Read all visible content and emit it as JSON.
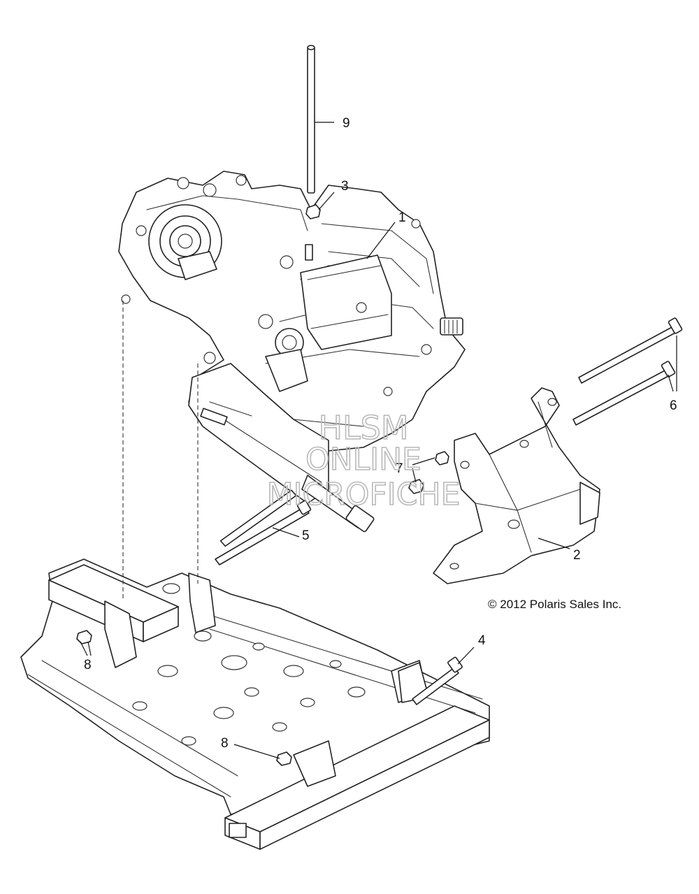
{
  "callouts": {
    "c1": "1",
    "c2": "2",
    "c3": "3",
    "c4": "4",
    "c5": "5",
    "c6": "6",
    "c7": "7",
    "c8a": "8",
    "c8b": "8",
    "c9": "9"
  },
  "copyright": "© 2012 Polaris Sales Inc.",
  "watermark": {
    "line1": "HLSM",
    "line2": "ONLINE",
    "line3": "MICROFICHE"
  }
}
